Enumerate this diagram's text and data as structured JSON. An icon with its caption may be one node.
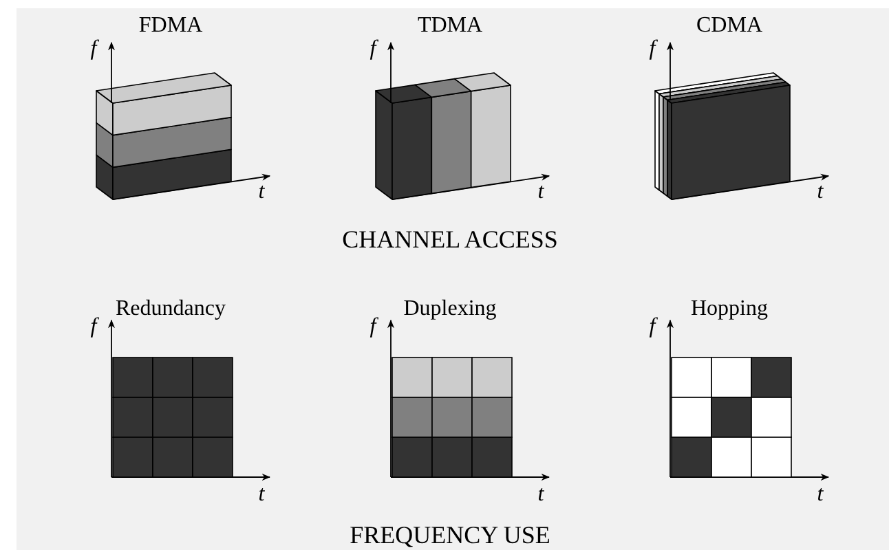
{
  "diagram": {
    "labels": [
      "FDMA",
      "TDMA",
      "CDMA",
      "f",
      "f",
      "f",
      "t",
      "t",
      "t",
      "CHANNEL ACCESS",
      "Redundancy",
      "Duplexing",
      "Hopping",
      "f",
      "f",
      "f",
      "t",
      "t",
      "t",
      "FREQUENCY USE"
    ]
  }
}
